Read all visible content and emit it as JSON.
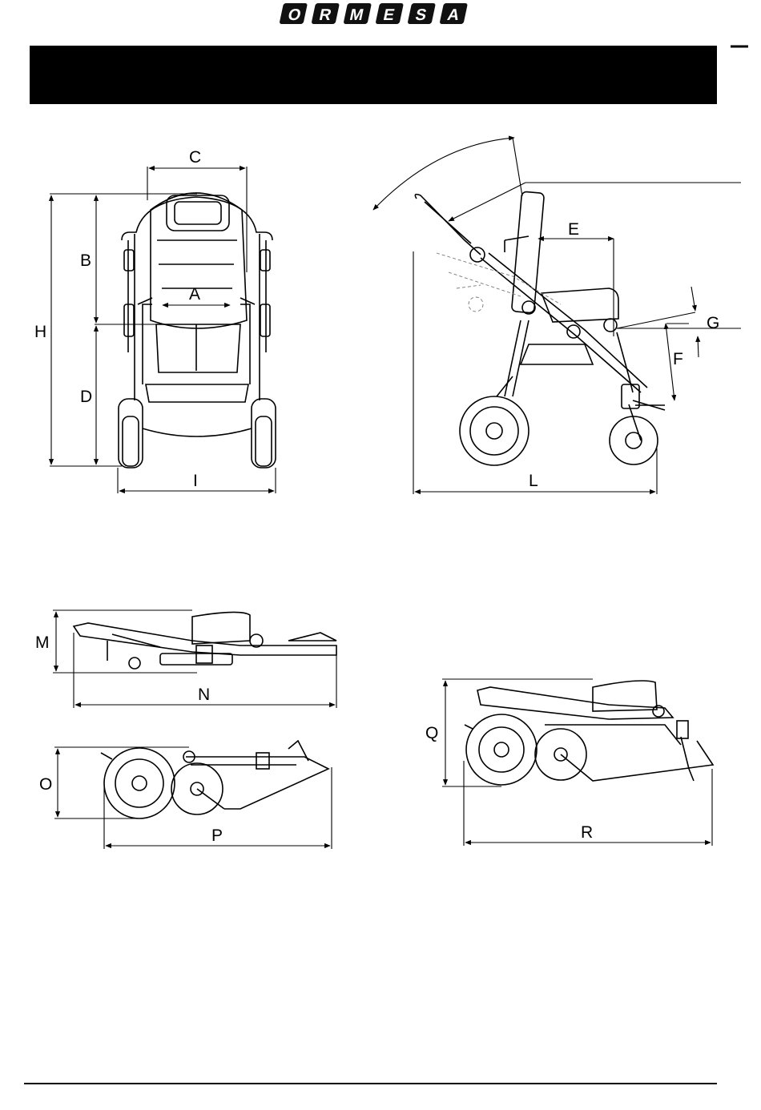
{
  "brand": {
    "letters": [
      "O",
      "R",
      "M",
      "E",
      "S",
      "A"
    ]
  },
  "header_bar": {
    "color": "#000000"
  },
  "labels": {
    "A": "A",
    "B": "B",
    "C": "C",
    "D": "D",
    "E": "E",
    "F": "F",
    "G": "G",
    "H": "H",
    "I": "I",
    "L": "L",
    "M": "M",
    "N": "N",
    "O": "O",
    "P": "P",
    "Q": "Q",
    "R": "R"
  }
}
